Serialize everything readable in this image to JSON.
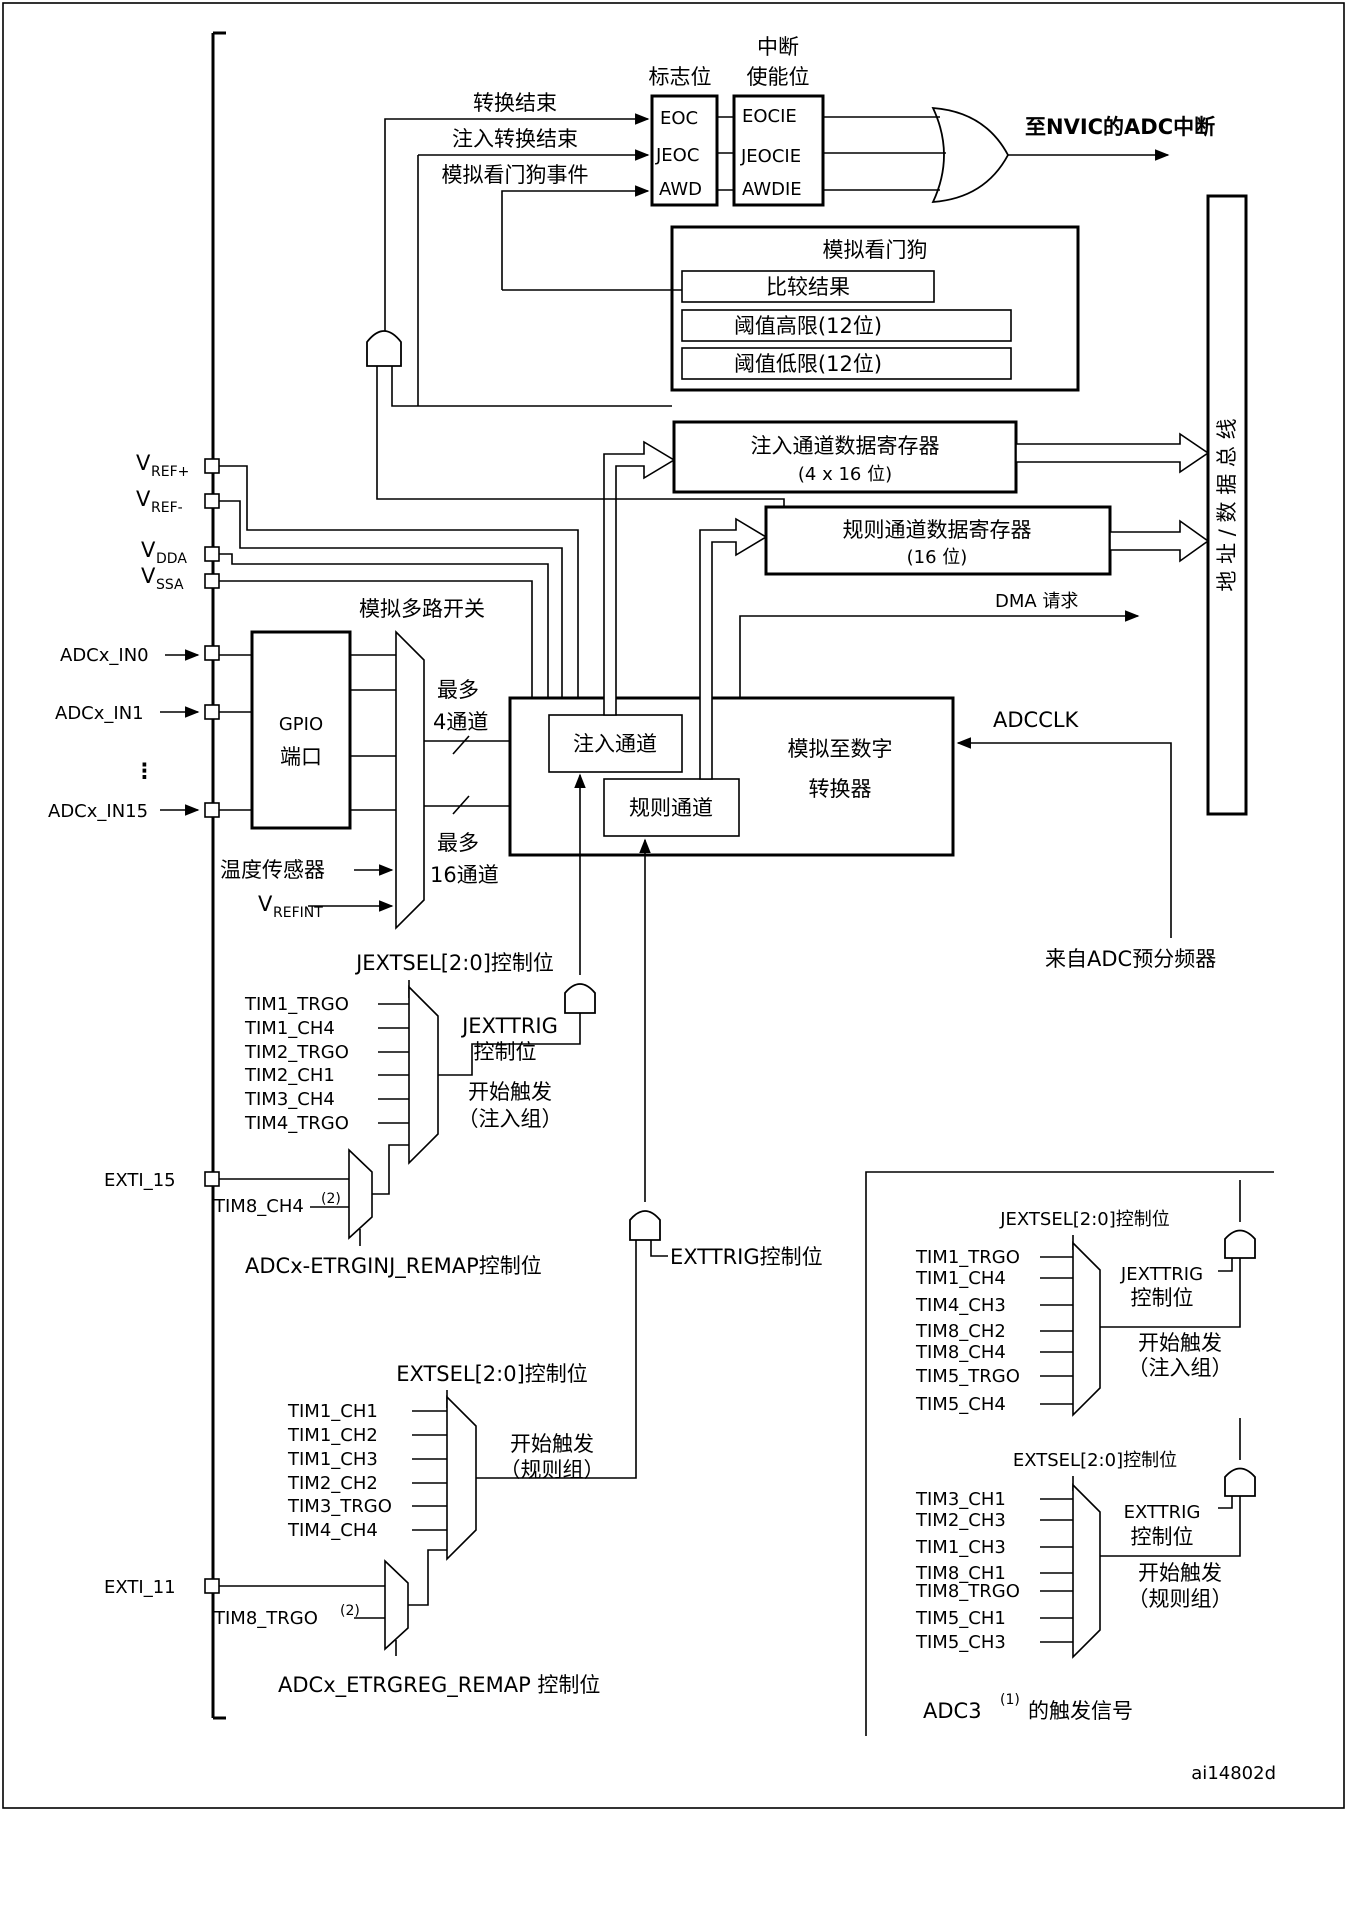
{
  "flags": {
    "title": "标志位",
    "eoc": "EOC",
    "jeoc": "JEOC",
    "awd": "AWD"
  },
  "interrupt_enable": {
    "title_line1": "中断",
    "title_line2": "使能位",
    "eocie": "EOCIE",
    "jeocie": "JEOCIE",
    "awdie": "AWDIE"
  },
  "events": {
    "eoc": "转换结束",
    "jeoc": "注入转换结束",
    "awd": "模拟看门狗事件"
  },
  "nvic_label": "至NVIC的ADC中断",
  "watchdog": {
    "title": "模拟看门狗",
    "compare_result": "比较结果",
    "high_threshold": "阈值高限(12位)",
    "low_threshold": "阈值低限(12位)"
  },
  "injected_register": {
    "line1": "注入通道数据寄存器",
    "line2": "(4 x 16 位)"
  },
  "regular_register": {
    "line1": "规则通道数据寄存器",
    "line2": "(16 位)"
  },
  "bus_label": "地 址 / 数 据 总 线",
  "dma_label": "DMA 请求",
  "pins": {
    "vref_plus": {
      "main": "V",
      "sub": "REF+"
    },
    "vref_minus": {
      "main": "V",
      "sub": "REF-"
    },
    "vdda": {
      "main": "V",
      "sub": "DDA"
    },
    "vssa": {
      "main": "V",
      "sub": "SSA"
    },
    "in0": "ADCx_IN0",
    "in1": "ADCx_IN1",
    "ellipsis": "⋮",
    "in15": "ADCx_IN15",
    "exti15": "EXTI_15",
    "exti11": "EXTI_11"
  },
  "mux_label": "模拟多路开关",
  "gpio": {
    "line1": "GPIO",
    "line2": "端口"
  },
  "temp_sensor": "温度传感器",
  "vrefint": {
    "main": "V",
    "sub": "REFINT"
  },
  "channels": {
    "max_inj_line1": "最多",
    "max_inj_line2": "4通道",
    "max_reg_line1": "最多",
    "max_reg_line2": "16通道",
    "injected": "注入通道",
    "regular": "规则通道"
  },
  "adc_core": {
    "line1": "模拟至数字",
    "line2": "转换器"
  },
  "adcclk": "ADCCLK",
  "prescaler": "来自ADC预分频器",
  "injected_trigger": {
    "jextsel": "JEXTSEL[2:0]控制位",
    "jexttrig_line1": "JEXTTRIG",
    "jexttrig_line2": "控制位",
    "start_line1": "开始触发",
    "start_line2": "（注入组）",
    "inputs": [
      "TIM1_TRGO",
      "TIM1_CH4",
      "TIM2_TRGO",
      "TIM2_CH1",
      "TIM3_CH4",
      "TIM4_TRGO"
    ],
    "tim8": "TIM8_CH4",
    "tim8_note": "(2)",
    "remap": "ADCx-ETRGINJ_REMAP控制位"
  },
  "regular_trigger": {
    "exttrig": "EXTTRIG控制位",
    "extsel": "EXTSEL[2:0]控制位",
    "start_line1": "开始触发",
    "start_line2": "（规则组）",
    "inputs": [
      "TIM1_CH1",
      "TIM1_CH2",
      "TIM1_CH3",
      "TIM2_CH2",
      "TIM3_TRGO",
      "TIM4_CH4"
    ],
    "tim8": "TIM8_TRGO",
    "tim8_note": "(2)",
    "remap": "ADCx_ETRGREG_REMAP 控制位"
  },
  "adc3": {
    "jextsel": "JEXTSEL[2:0]控制位",
    "jexttrig_line1": "JEXTTRIG",
    "jexttrig_line2": "控制位",
    "inj_start_line1": "开始触发",
    "inj_start_line2": "（注入组）",
    "inj_inputs": [
      "TIM1_TRGO",
      "TIM1_CH4",
      "TIM4_CH3",
      "TIM8_CH2",
      "TIM8_CH4",
      "TIM5_TRGO",
      "TIM5_CH4"
    ],
    "extsel": "EXTSEL[2:0]控制位",
    "exttrig_line1": "EXTTRIG",
    "exttrig_line2": "控制位",
    "reg_start_line1": "开始触发",
    "reg_start_line2": "（规则组）",
    "reg_inputs": [
      "TIM3_CH1",
      "TIM2_CH3",
      "TIM1_CH3",
      "TIM8_CH1",
      "TIM8_TRGO",
      "TIM5_CH1",
      "TIM5_CH3"
    ],
    "caption_main": "ADC3",
    "caption_note": "(1)",
    "caption_rest": "的触发信号"
  },
  "figure_id": "ai14802d"
}
